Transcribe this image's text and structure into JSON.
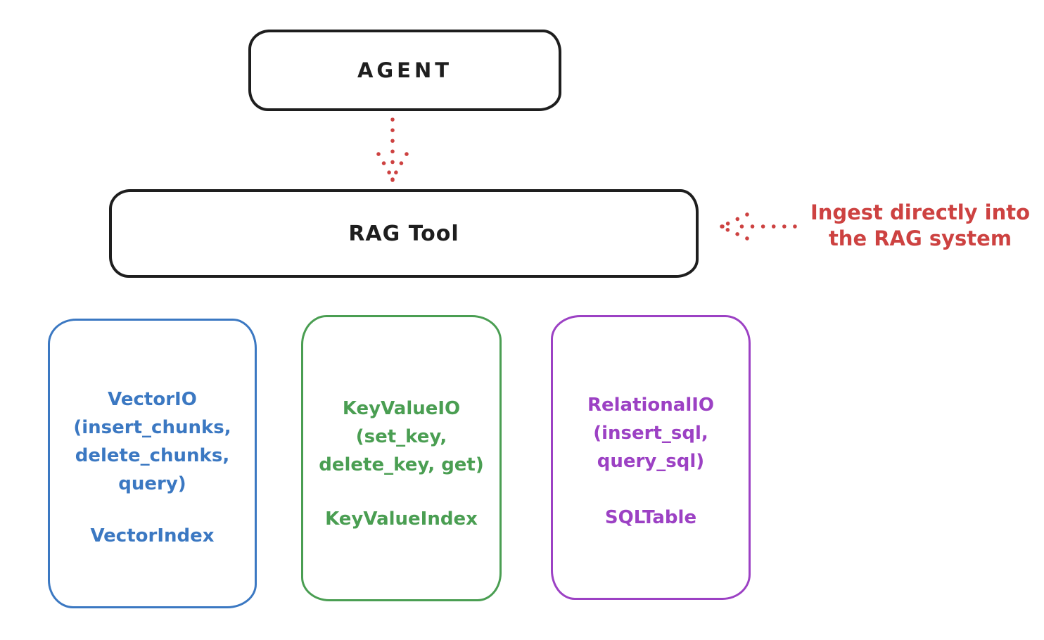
{
  "diagram": {
    "agent_box": {
      "label": "AGENT"
    },
    "rag_tool_box": {
      "label": "RAG Tool"
    },
    "annotation": {
      "line1": "Ingest directly into",
      "line2": "the RAG system"
    },
    "backends": [
      {
        "name": "VectorIO",
        "color": "#3b78c2",
        "lines": [
          "VectorIO",
          "(insert_chunks,",
          "delete_chunks,",
          "query)"
        ],
        "index": "VectorIndex"
      },
      {
        "name": "KeyValueIO",
        "color": "#4a9e52",
        "lines": [
          "KeyValueIO",
          "(set_key,",
          "delete_key, get)"
        ],
        "index": "KeyValueIndex"
      },
      {
        "name": "RelationalIO",
        "color": "#9c41c4",
        "lines": [
          "RelationalIO",
          "(insert_sql,",
          "query_sql)"
        ],
        "index": "SQLTable"
      }
    ],
    "icons": {
      "agent_to_rag": "dotted-arrow-down",
      "ingest_annotation": "dotted-arrow-left"
    },
    "colors": {
      "background": "#ffffff",
      "stroke_black": "#1e1e1e",
      "red": "#cd4241",
      "blue": "#3b78c2",
      "green": "#4a9e52",
      "purple": "#9c41c4"
    }
  }
}
